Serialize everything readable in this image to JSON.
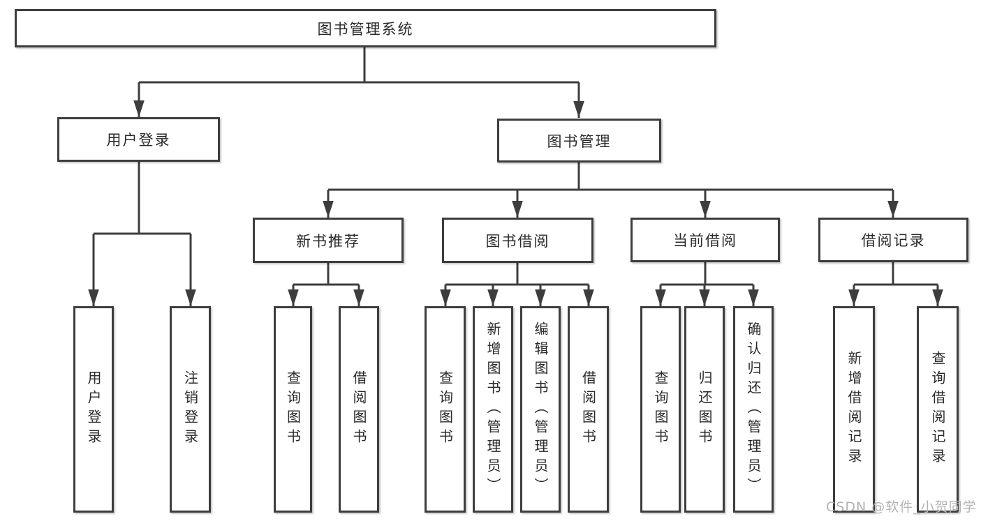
{
  "diagram": {
    "title": "图书管理系统",
    "level2": {
      "user_login": "用户登录",
      "book_management": "图书管理"
    },
    "level3": {
      "new_book_recommend": "新书推荐",
      "book_borrow": "图书借阅",
      "current_borrow": "当前借阅",
      "borrow_record": "借阅记录"
    },
    "leaves": {
      "user_login": "用户登录",
      "logout": "注销登录",
      "recommend_query_book": "查询图书",
      "recommend_borrow_book": "借阅图书",
      "borrow_query_book": "查询图书",
      "borrow_add_book": "新增图书（管理员）",
      "borrow_edit_book": "编辑图书（管理员）",
      "borrow_borrow_book": "借阅图书",
      "current_query_book": "查询图书",
      "current_return_book": "归还图书",
      "current_confirm_return": "确认归还（管理员）",
      "record_add": "新增借阅记录",
      "record_query": "查询借阅记录"
    }
  },
  "watermark": "CSDN @软件_小贺同学",
  "colors": {
    "line": "#3d3d3d",
    "box_border": "#3d3d3d",
    "text": "#2a2a2a",
    "watermark": "#b3b3b3",
    "background": "#ffffff"
  }
}
